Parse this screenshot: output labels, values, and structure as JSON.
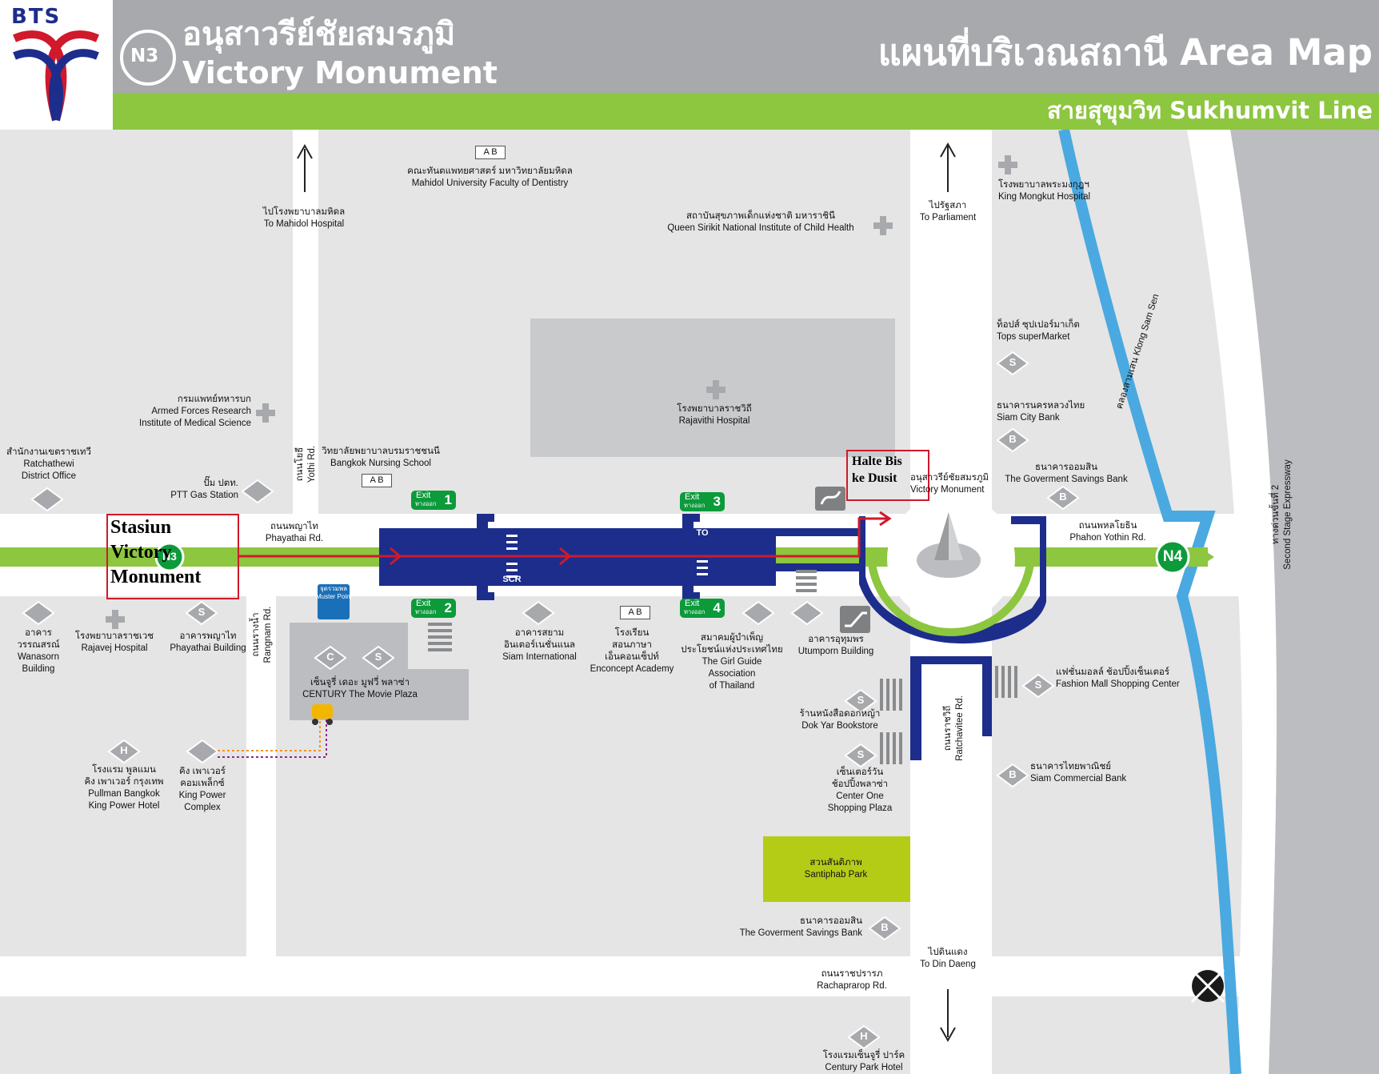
{
  "header": {
    "logo_text": "BTS",
    "station_code": "N3",
    "station_name_th": "อนุสาวรีย์ชัยสมรภูมิ",
    "station_name_en": "Victory Monument",
    "map_title": "แผนที่บริเวณสถานี  Area Map",
    "line_name": "สายสุขุมวิท  Sukhumvit Line"
  },
  "colors": {
    "header_gray": "#a7a9ac",
    "line_green": "#8dc63f",
    "bts_blue": "#1d2d8c",
    "bts_red": "#d0192b",
    "annotation_red": "#d0192b",
    "block_gray": "#e5e5e5",
    "building_gray": "#bcbdc0",
    "park_green": "#b5cc17",
    "canal_blue": "#4aa9e0",
    "exit_green": "#0c9a3b"
  },
  "annotations": {
    "station": [
      "Stasiun",
      "Victory",
      "Monument"
    ],
    "bus_stop": [
      "Halte Bis",
      "ke Dusit"
    ]
  },
  "next_station": "N4",
  "station_marker": "N3",
  "exits": [
    {
      "label": "Exit",
      "sub": "ทางออก",
      "num": "1"
    },
    {
      "label": "Exit",
      "sub": "ทางออก",
      "num": "2"
    },
    {
      "label": "Exit",
      "sub": "ทางออก",
      "num": "3"
    },
    {
      "label": "Exit",
      "sub": "ทางออก",
      "num": "4"
    }
  ],
  "station_icons": {
    "scr": "SCR",
    "to": "TO"
  },
  "directions": {
    "mahidol_hospital": [
      "ไปโรงพยาบาลมหิดล",
      "To Mahidol Hospital"
    ],
    "parliament": [
      "ไปรัฐสภา",
      "To Parliament"
    ],
    "din_daeng": [
      "ไปดินแดง",
      "To Din Daeng"
    ]
  },
  "roads": {
    "phayathai": [
      "ถนนพญาไท",
      "Phayathai Rd."
    ],
    "yothi": [
      "ถนนโยธี",
      "Yothi Rd."
    ],
    "rangnam": [
      "ถนนรางน้ำ",
      "Rangnam Rd."
    ],
    "phahon": [
      "ถนนพหลโยธิน",
      "Phahon Yothin Rd."
    ],
    "ratchavitee": [
      "ถนนราชวิถี",
      "Ratchavitee Rd."
    ],
    "rachaprarop": [
      "ถนนราชปรารภ",
      "Rachaprarop Rd."
    ],
    "expressway": [
      "ทางด่วนขั้นที่ 2",
      "Second Stage Expressway"
    ],
    "canal": "คลองสามเสน Klong Sam Sen"
  },
  "places": {
    "mahidol_dentistry": [
      "คณะทันตแพทยศาสตร์ มหาวิทยาลัยมหิดล",
      "Mahidol University Faculty of Dentistry"
    ],
    "queen_sirikit": [
      "สถาบันสุขภาพเด็กแห่งชาติ มหาราชินี",
      "Queen Sirikit National Institute of Child Health"
    ],
    "king_mongkut": [
      "โรงพยาบาลพระมงกุฎฯ",
      "King Mongkut Hospital"
    ],
    "tops": [
      "ท็อปส์ ซุปเปอร์มาเก็ต",
      "Tops superMarket"
    ],
    "siam_city": [
      "ธนาคารนครหลวงไทย",
      "Siam City Bank"
    ],
    "gsb_top": [
      "ธนาคารออมสิน",
      "The Goverment Savings Bank"
    ],
    "armed_forces": [
      "กรมแพทย์ทหารบก",
      "Armed Forces Research",
      "Institute of Medical Science"
    ],
    "rajavithi": [
      "โรงพยาบาลราชวิถี",
      "Rajavithi Hospital"
    ],
    "ratchathewi": [
      "สำนักงานเขตราชเทวี",
      "Ratchathewi",
      "District Office"
    ],
    "bangkok_nursing": [
      "วิทยาลัยพยาบาลบรมราชชนนี",
      "Bangkok Nursing School"
    ],
    "ptt": [
      "ปั๊ม ปตท.",
      "PTT Gas Station"
    ],
    "monument": [
      "อนุสาวรีย์ชัยสมรภูมิ",
      "Victory Monument"
    ],
    "wanasorn": [
      "อาคาร",
      "วรรณสรณ์",
      "Wanasorn",
      "Building"
    ],
    "rajavej": [
      "โรงพยาบาลราชเวช",
      "Rajavej Hospital"
    ],
    "phayathai_bldg": [
      "อาคารพญาไท",
      "Phayathai Building"
    ],
    "muster": [
      "จุดรวมพล",
      "Muster Point"
    ],
    "century": [
      "เซ็นจูรี่ เดอะ มูฟวี่ พลาซ่า",
      "CENTURY The Movie Plaza"
    ],
    "siam_intl": [
      "อาคารสยาม",
      "อินเตอร์เนชั่นแนล",
      "Siam International"
    ],
    "enconcept": [
      "โรงเรียน",
      "สอนภาษา",
      "เอ็นคอนเซ็ปท์",
      "Enconcept Academy"
    ],
    "girl_guide": [
      "สมาคมผู้บำเพ็ญ",
      "ประโยชน์แห่งประเทศไทย",
      "The Girl Guide",
      "Association",
      "of Thailand"
    ],
    "utumporn": [
      "อาคารอุทุมพร",
      "Utumporn Building"
    ],
    "fashion_mall": [
      "แฟชั่นมอลล์ ช้อปปิ้งเซ็นเตอร์",
      "Fashion Mall Shopping Center"
    ],
    "dok_yar": [
      "ร้านหนังสือดอกหญ้า",
      "Dok Yar Bookstore"
    ],
    "center_one": [
      "เซ็นเตอร์วัน",
      "ช้อปปิ้งพลาซ่า",
      "Center One",
      "Shopping Plaza"
    ],
    "siam_commercial": [
      "ธนาคารไทยพาณิชย์",
      "Siam Commercial Bank"
    ],
    "pullman": [
      "โรงแรม พูลแมน",
      "คิง เพาเวอร์ กรุงเทพ",
      "Pullman Bangkok",
      "King Power Hotel"
    ],
    "king_power": [
      "คิง เพาเวอร์",
      "คอมเพล็กซ์",
      "King Power",
      "Complex"
    ],
    "santiphab": [
      "สวนสันติภาพ",
      "Santiphab Park"
    ],
    "gsb_bottom": [
      "ธนาคารออมสิน",
      "The Goverment Savings Bank"
    ],
    "century_park": [
      "โรงแรมเซ็นจูรี่ ปาร์ค",
      "Century Park Hotel"
    ]
  },
  "icons": {
    "book": "A B",
    "supermarket": "S",
    "bank": "B",
    "cinema": "C",
    "hotel": "H",
    "hospital": "hospital-cross",
    "gas": "gas-station",
    "bus": "bus-stop",
    "tuktuk": "tuk-tuk",
    "compass": "compass"
  }
}
